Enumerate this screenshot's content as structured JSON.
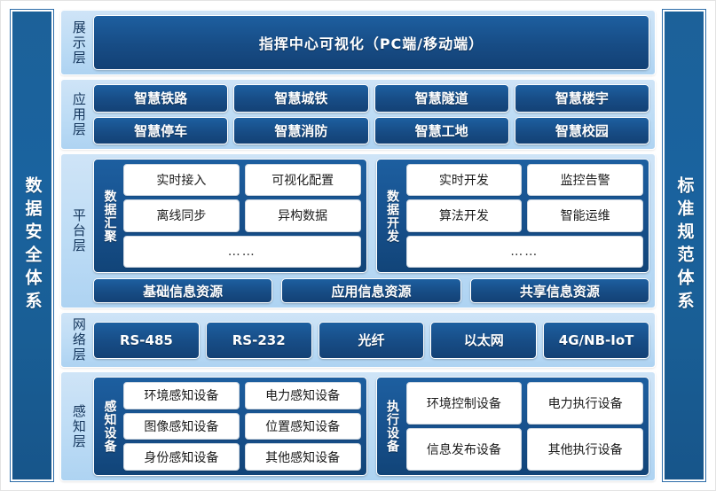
{
  "diagram": {
    "left_pillar": {
      "label": "数据安全体系"
    },
    "right_pillar": {
      "label": "标准规范体系"
    },
    "layers": [
      {
        "key": "display",
        "label": "展示层",
        "banner": "指挥中心可视化（PC端/移动端）"
      },
      {
        "key": "application",
        "label": "应用层",
        "row1": [
          "智慧铁路",
          "智慧城铁",
          "智慧隧道",
          "智慧楼宇"
        ],
        "row2": [
          "智慧停车",
          "智慧消防",
          "智慧工地",
          "智慧校园"
        ]
      },
      {
        "key": "platform",
        "label": "平台层",
        "groups": [
          {
            "title": "数据汇聚",
            "row1": [
              "实时接入",
              "可视化配置"
            ],
            "row2": [
              "离线同步",
              "异构数据"
            ],
            "row3": "……"
          },
          {
            "title": "数据开发",
            "row1": [
              "实时开发",
              "监控告警"
            ],
            "row2": [
              "算法开发",
              "智能运维"
            ],
            "row3": "……"
          }
        ],
        "resources": [
          "基础信息资源",
          "应用信息资源",
          "共享信息资源"
        ]
      },
      {
        "key": "network",
        "label": "网络层",
        "items": [
          "RS-485",
          "RS-232",
          "光纤",
          "以太网",
          "4G/NB-IoT"
        ]
      },
      {
        "key": "sense",
        "label": "感知层",
        "groups": [
          {
            "title": "感知设备",
            "row1": [
              "环境感知设备",
              "电力感知设备"
            ],
            "row2": [
              "图像感知设备",
              "位置感知设备"
            ],
            "row3": [
              "身份感知设备",
              "其他感知设备"
            ]
          },
          {
            "title": "执行设备",
            "row1": [
              "环境控制设备",
              "电力执行设备"
            ],
            "row2": [
              "信息发布设备",
              "其他执行设备"
            ]
          }
        ]
      }
    ]
  },
  "colors": {
    "pillar_blue": "#1a639f",
    "pill_blue": "#174c85",
    "layer_bg": "#bddcf5",
    "white_box": "#ffffff",
    "text_dark": "#15365c"
  }
}
